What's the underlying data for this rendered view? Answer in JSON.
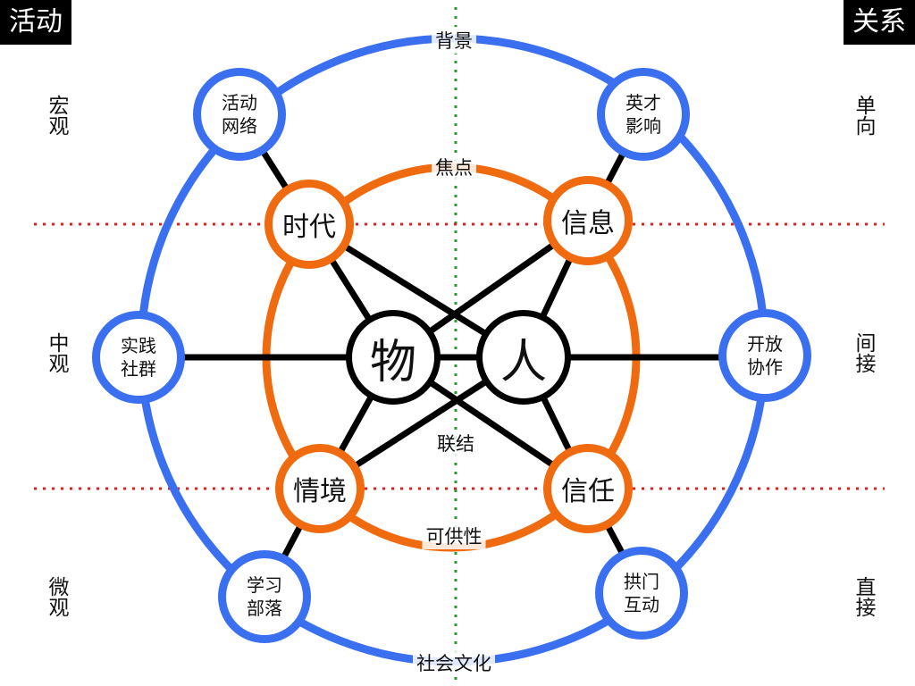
{
  "corners": {
    "left": "活动",
    "right": "关系"
  },
  "left_scale": [
    "宏观",
    "中观",
    "微观"
  ],
  "right_scale": [
    "单向",
    "间接",
    "直接"
  ],
  "ring_labels": {
    "outer_top": "背景",
    "outer_bottom": "社会文化",
    "inner_top": "焦点",
    "inner_bottom": "可供性",
    "center": "联结"
  },
  "outer_nodes": [
    "活动\n网络",
    "英才\n影响",
    "实践\n社群",
    "开放\n协作",
    "学习\n部落",
    "拱门\n互动"
  ],
  "inner_nodes": [
    "时代",
    "信息",
    "情境",
    "信任"
  ],
  "core_nodes": [
    "物",
    "人"
  ],
  "colors": {
    "outer_ring": "#3a6ff0",
    "inner_ring": "#f06a10",
    "core": "#000000",
    "horizontal_guides": "#e02020",
    "vertical_guide": "#22a02a"
  }
}
